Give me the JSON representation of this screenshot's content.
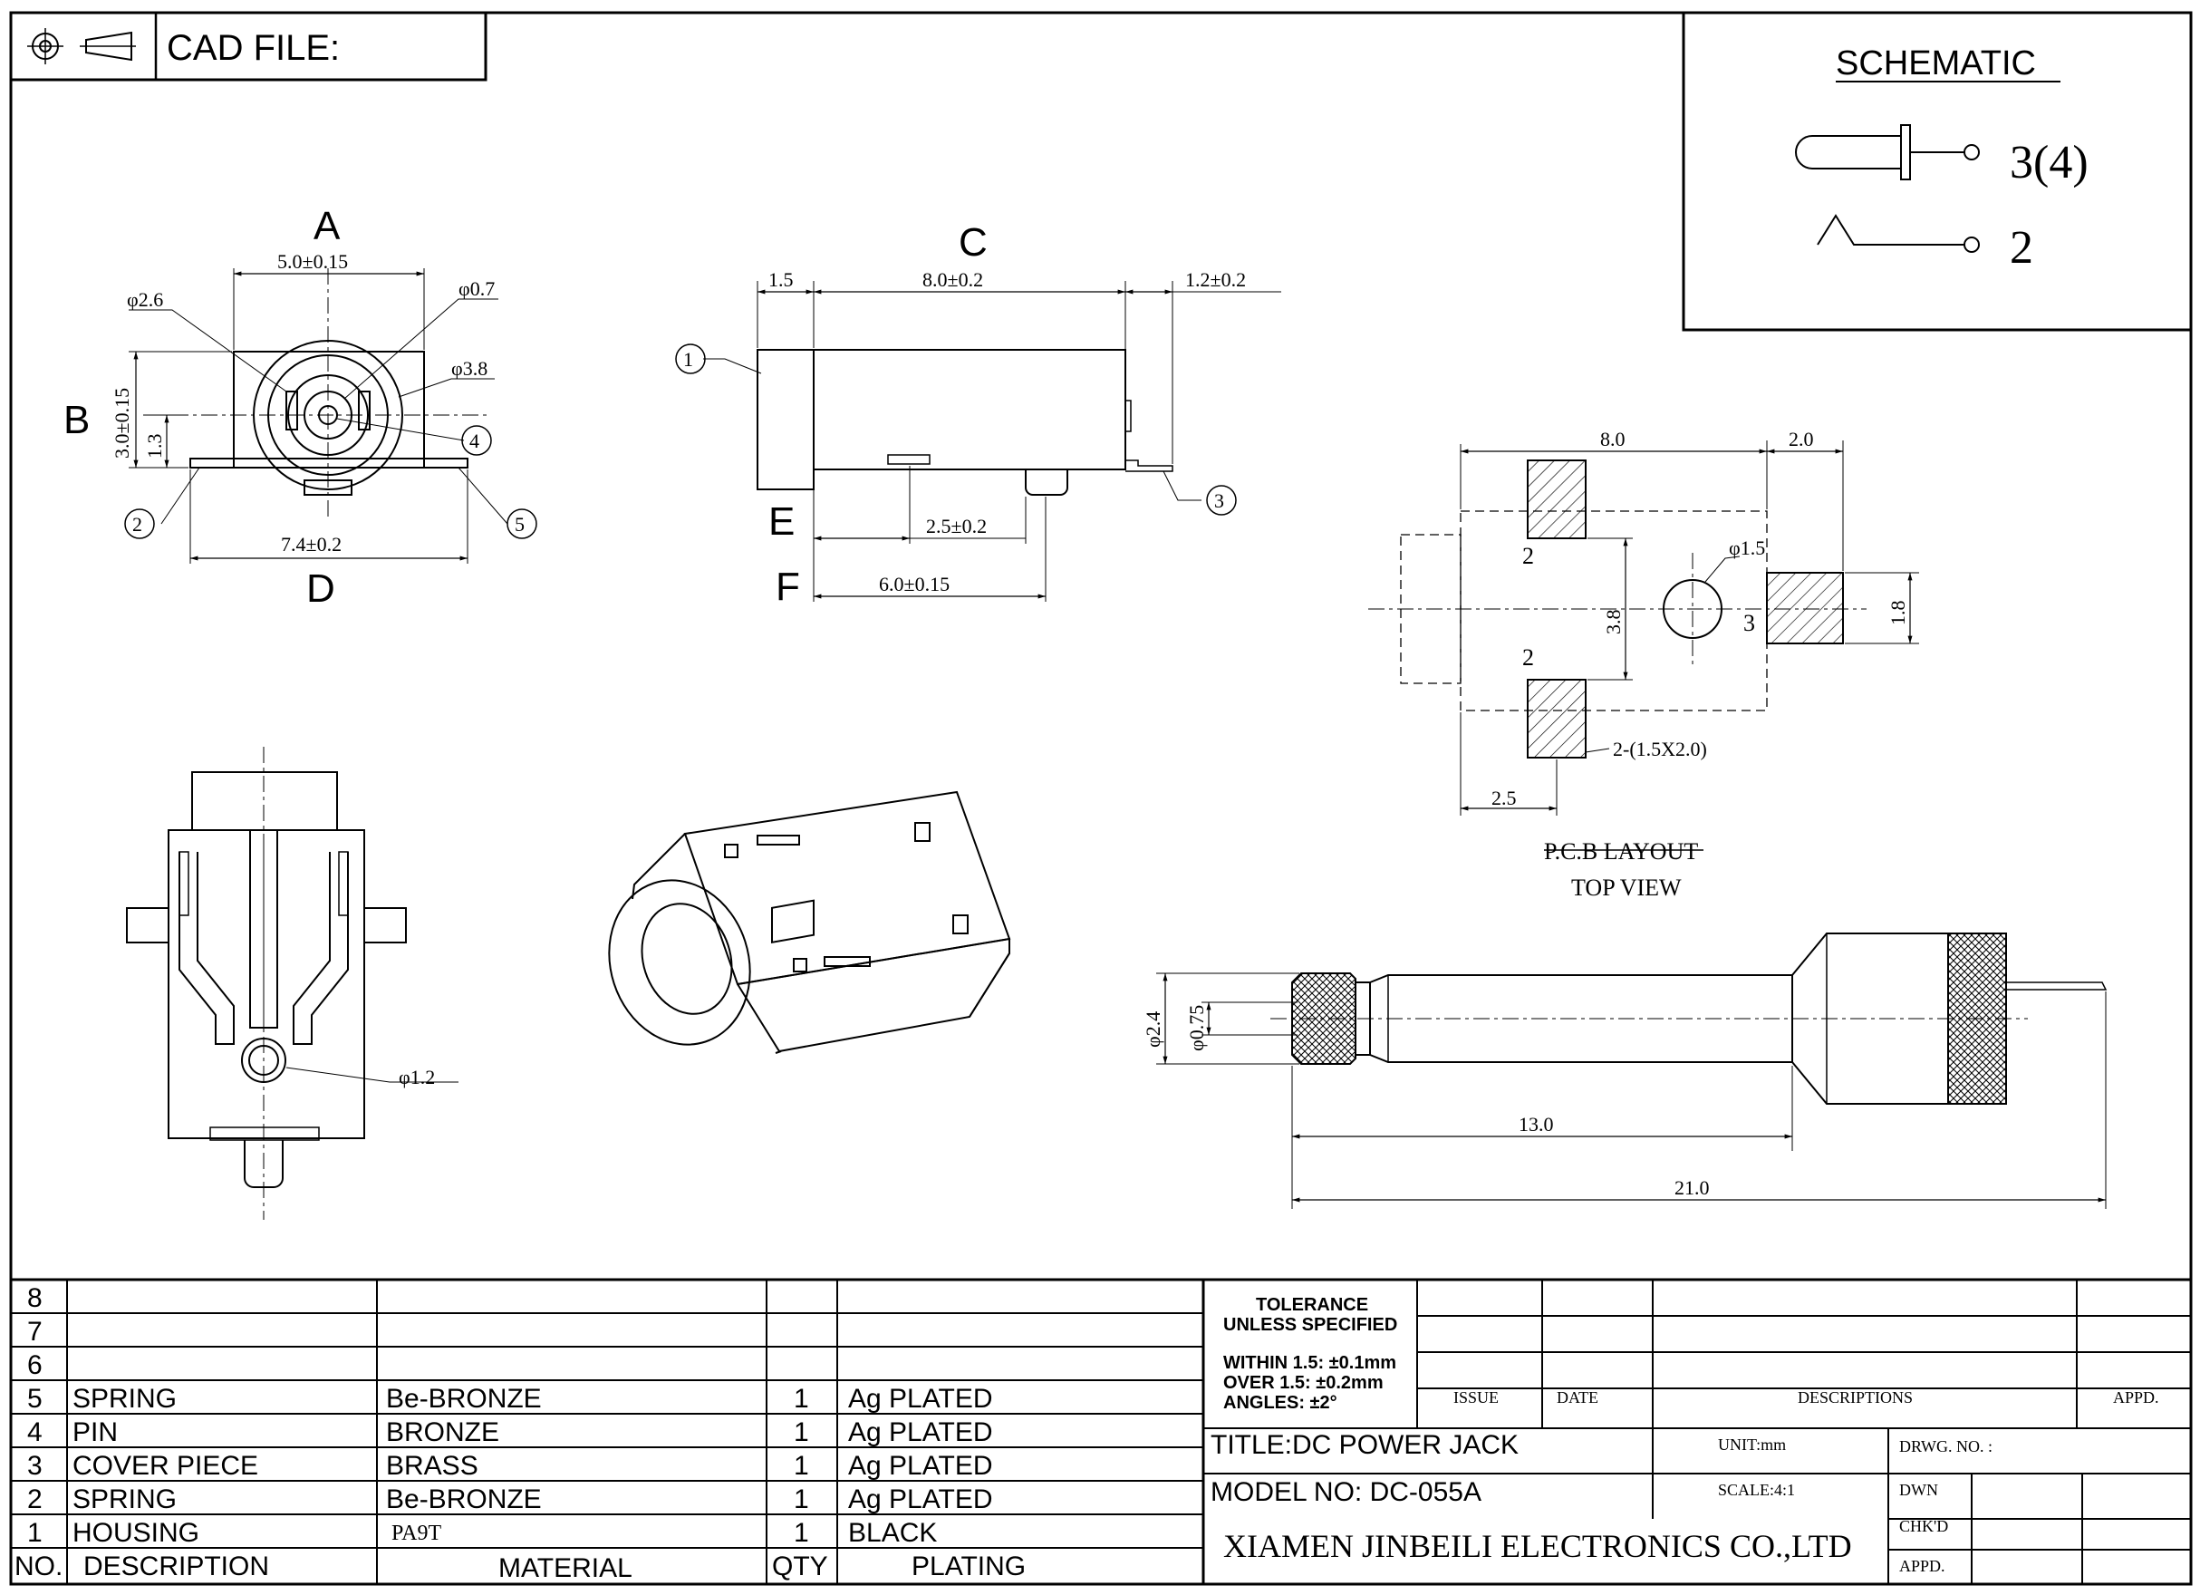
{
  "header": {
    "cad_label": "CAD FILE:",
    "projection_icon": "third-angle-projection-icon"
  },
  "schematic": {
    "title": "SCHEMATIC",
    "pin_top": "3(4)",
    "pin_bottom": "2"
  },
  "front_view": {
    "label_a": "A",
    "label_b": "B",
    "label_d": "D",
    "dim_width": "5.0±0.15",
    "dim_height": "3.0±0.15",
    "dim_center": "1.3",
    "dim_base": "7.4±0.2",
    "dia_outer_callout": "φ2.6",
    "dia_pin": "φ0.7",
    "dia_body": "φ3.8",
    "callout_2": "2",
    "callout_4": "4",
    "callout_5": "5"
  },
  "side_view": {
    "label_c": "C",
    "label_e": "E",
    "label_f": "F",
    "dim_front": "1.5",
    "dim_body": "8.0±0.2",
    "dim_tail": "1.2±0.2",
    "dim_e": "2.5±0.2",
    "dim_f": "6.0±0.15",
    "callout_1": "1",
    "callout_3": "3"
  },
  "pcb_layout": {
    "dim_width": "8.0",
    "dim_right": "2.0",
    "dim_hole": "φ1.5",
    "dim_span": "3.8",
    "dim_pad_h": "1.8",
    "dim_left": "2.5",
    "pad_note": "2-(1.5X2.0)",
    "pin_label_2a": "2",
    "pin_label_2b": "2",
    "pin_label_3": "3",
    "title": "P.C.B LAYOUT",
    "subtitle": "TOP VIEW"
  },
  "bottom_view": {
    "dim_hole": "φ1.2"
  },
  "plug_view": {
    "dim_outer": "φ2.4",
    "dim_inner": "φ0.75",
    "dim_13": "13.0",
    "dim_21": "21.0"
  },
  "bom": {
    "empty_rows": [
      "8",
      "7",
      "6"
    ],
    "rows": [
      {
        "no": "5",
        "description": "SPRING",
        "material": "Be-BRONZE",
        "qty": "1",
        "plating": "Ag PLATED"
      },
      {
        "no": "4",
        "description": "PIN",
        "material": "BRONZE",
        "qty": "1",
        "plating": "Ag PLATED"
      },
      {
        "no": "3",
        "description": "COVER PIECE",
        "material": "BRASS",
        "qty": "1",
        "plating": "Ag PLATED"
      },
      {
        "no": "2",
        "description": "SPRING",
        "material": "Be-BRONZE",
        "qty": "1",
        "plating": "Ag PLATED"
      },
      {
        "no": "1",
        "description": "HOUSING",
        "material": "PA9T",
        "qty": "1",
        "plating": "BLACK"
      }
    ],
    "headers": {
      "no": "NO.",
      "description": "DESCRIPTION",
      "material": "MATERIAL",
      "qty": "QTY",
      "plating": "PLATING"
    }
  },
  "tolerance": {
    "line1": "TOLERANCE",
    "line2": "UNLESS SPECIFIED",
    "line3": "WITHIN 1.5: ±0.1mm",
    "line4": "OVER 1.5:  ±0.2mm",
    "line5": "ANGLES: ±2°"
  },
  "revision": {
    "issue": "ISSUE",
    "date": "DATE",
    "descriptions": "DESCRIPTIONS",
    "appd": "APPD."
  },
  "title_block": {
    "title": "TITLE:DC POWER JACK",
    "model": "MODEL NO: DC-055A",
    "company": "XIAMEN JINBEILI ELECTRONICS CO.,LTD",
    "unit": "UNIT:mm",
    "scale": "SCALE:4:1",
    "drwg_no": "DRWG. NO. :",
    "dwn": "DWN",
    "chkd": "CHK'D",
    "appd": "APPD."
  }
}
